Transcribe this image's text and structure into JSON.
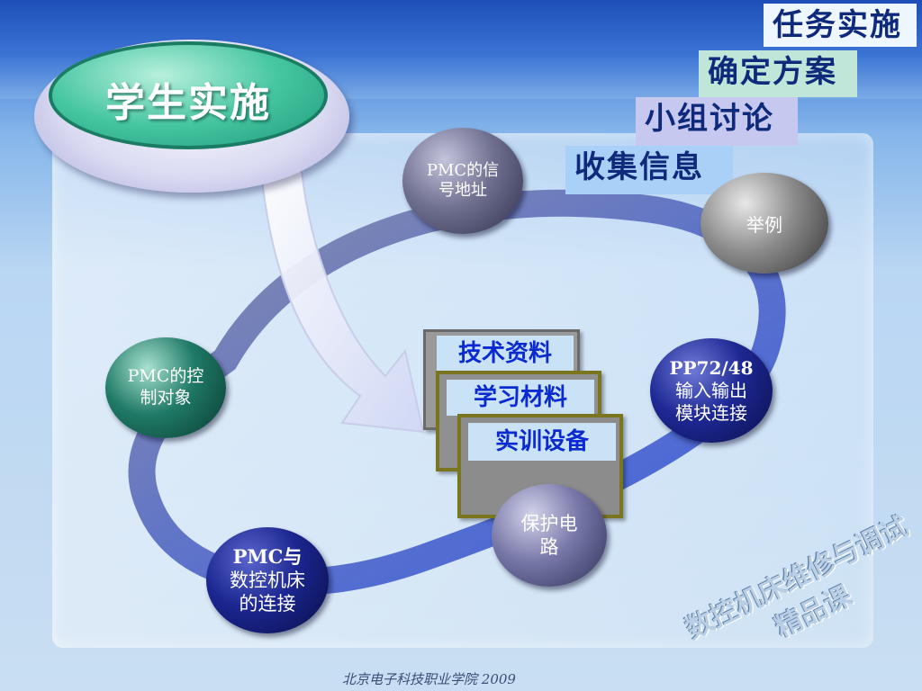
{
  "slide_title": "学生实施",
  "steps": {
    "task": "任务实施",
    "plan": "确定方案",
    "discuss": "小组讨论",
    "collect": "收集信息"
  },
  "nodes": {
    "signal_address": [
      "PMC的信",
      "号地址"
    ],
    "example": "举例",
    "control_object": [
      "PMC的控",
      "制对象"
    ],
    "io_module": [
      "PP72/48",
      "输入输出",
      "模块连接"
    ],
    "protection_circuit": [
      "保护电",
      "路"
    ],
    "cnc_connection": [
      "PMC与",
      "数控机床",
      "的连接"
    ]
  },
  "cards": {
    "tech_docs": "技术资料",
    "study_materials": "学习材料",
    "training_equipment": "实训设备"
  },
  "watermark": [
    "数控机床维修与调试",
    "精品课"
  ],
  "footer": "北京电子科技职业学院 2009",
  "colors": {
    "ring": "#4a6bd8",
    "ring_gray": "#7b7f9e",
    "title_green": "#1f9a7a",
    "text_blue": "#0b2bd0"
  }
}
